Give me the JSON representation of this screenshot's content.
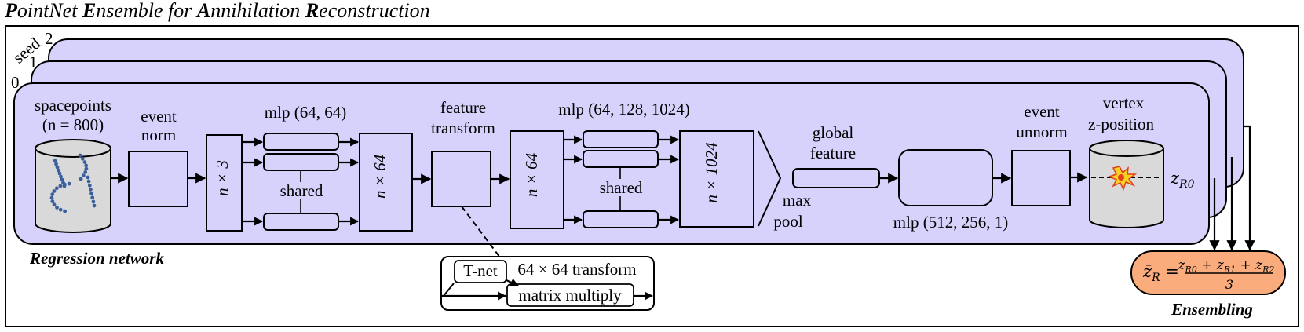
{
  "title": {
    "segments": [
      {
        "cap": "P",
        "rest": "ointNet "
      },
      {
        "cap": "E",
        "rest": "nsemble for "
      },
      {
        "cap": "A",
        "rest": "nnihilation "
      },
      {
        "cap": "R",
        "rest": "econstruction"
      }
    ]
  },
  "seed": {
    "label": "seed",
    "values": [
      "2",
      "1",
      "0"
    ]
  },
  "network_label": "Regression network",
  "ensemble_label": "Ensembling",
  "spacepoints": {
    "line1": "spacepoints",
    "line2": "(n = 800)"
  },
  "event_norm": {
    "line1": "event",
    "line2": "norm"
  },
  "mlp1": {
    "label": "mlp (64, 64)",
    "shared": "shared"
  },
  "n3": "n × 3",
  "n64_a": "n × 64",
  "feature_transform": {
    "line1": "feature",
    "line2": "transform"
  },
  "n64_b": "n × 64",
  "mlp2": {
    "label": "mlp (64, 128, 1024)",
    "shared": "shared"
  },
  "n1024": "n × 1024",
  "max_pool": {
    "line1": "max",
    "line2": "pool"
  },
  "global_feature": {
    "line1": "global",
    "line2": "feature"
  },
  "mlp3": "mlp (512, 256, 1)",
  "event_unnorm": {
    "line1": "event",
    "line2": "unnorm"
  },
  "vertex": {
    "line1": "vertex",
    "line2": "z-position"
  },
  "zr0": "zR0",
  "tnet": {
    "label": "T-net",
    "transform": "64 × 64 transform",
    "matmul": "matrix multiply"
  },
  "formula": {
    "lhs": "z̄R =",
    "numerator": "zR0 + zR1 + zR2",
    "denominator": "3"
  },
  "colors": {
    "panel": "#d6d2fb",
    "ensemble": "#fbac7d",
    "marker": "#f6d224"
  }
}
